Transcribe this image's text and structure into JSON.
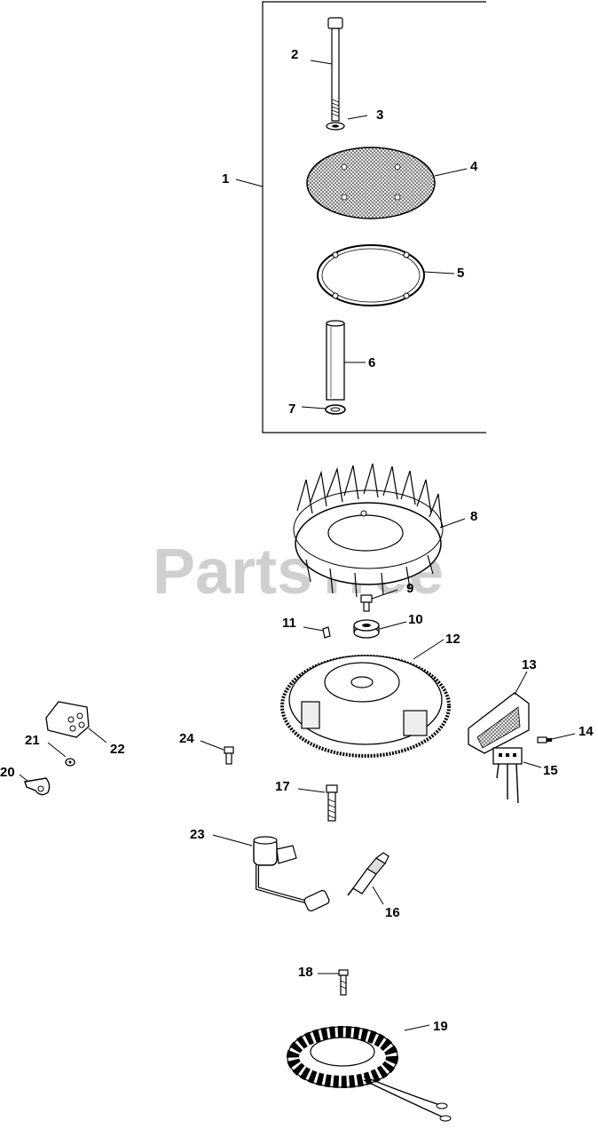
{
  "watermark": "PartsTree",
  "callouts": [
    {
      "id": "c1",
      "label": "1"
    },
    {
      "id": "c2",
      "label": "2"
    },
    {
      "id": "c3",
      "label": "3"
    },
    {
      "id": "c4",
      "label": "4"
    },
    {
      "id": "c5",
      "label": "5"
    },
    {
      "id": "c6",
      "label": "6"
    },
    {
      "id": "c7",
      "label": "7"
    },
    {
      "id": "c8",
      "label": "8"
    },
    {
      "id": "c9",
      "label": "9"
    },
    {
      "id": "c10",
      "label": "10"
    },
    {
      "id": "c11",
      "label": "11"
    },
    {
      "id": "c12",
      "label": "12"
    },
    {
      "id": "c13",
      "label": "13"
    },
    {
      "id": "c14",
      "label": "14"
    },
    {
      "id": "c15",
      "label": "15"
    },
    {
      "id": "c16",
      "label": "16"
    },
    {
      "id": "c17",
      "label": "17"
    },
    {
      "id": "c18",
      "label": "18"
    },
    {
      "id": "c19",
      "label": "19"
    },
    {
      "id": "c20",
      "label": "20"
    },
    {
      "id": "c21",
      "label": "21"
    },
    {
      "id": "c22",
      "label": "22"
    },
    {
      "id": "c23",
      "label": "23"
    },
    {
      "id": "c24",
      "label": "24"
    }
  ]
}
